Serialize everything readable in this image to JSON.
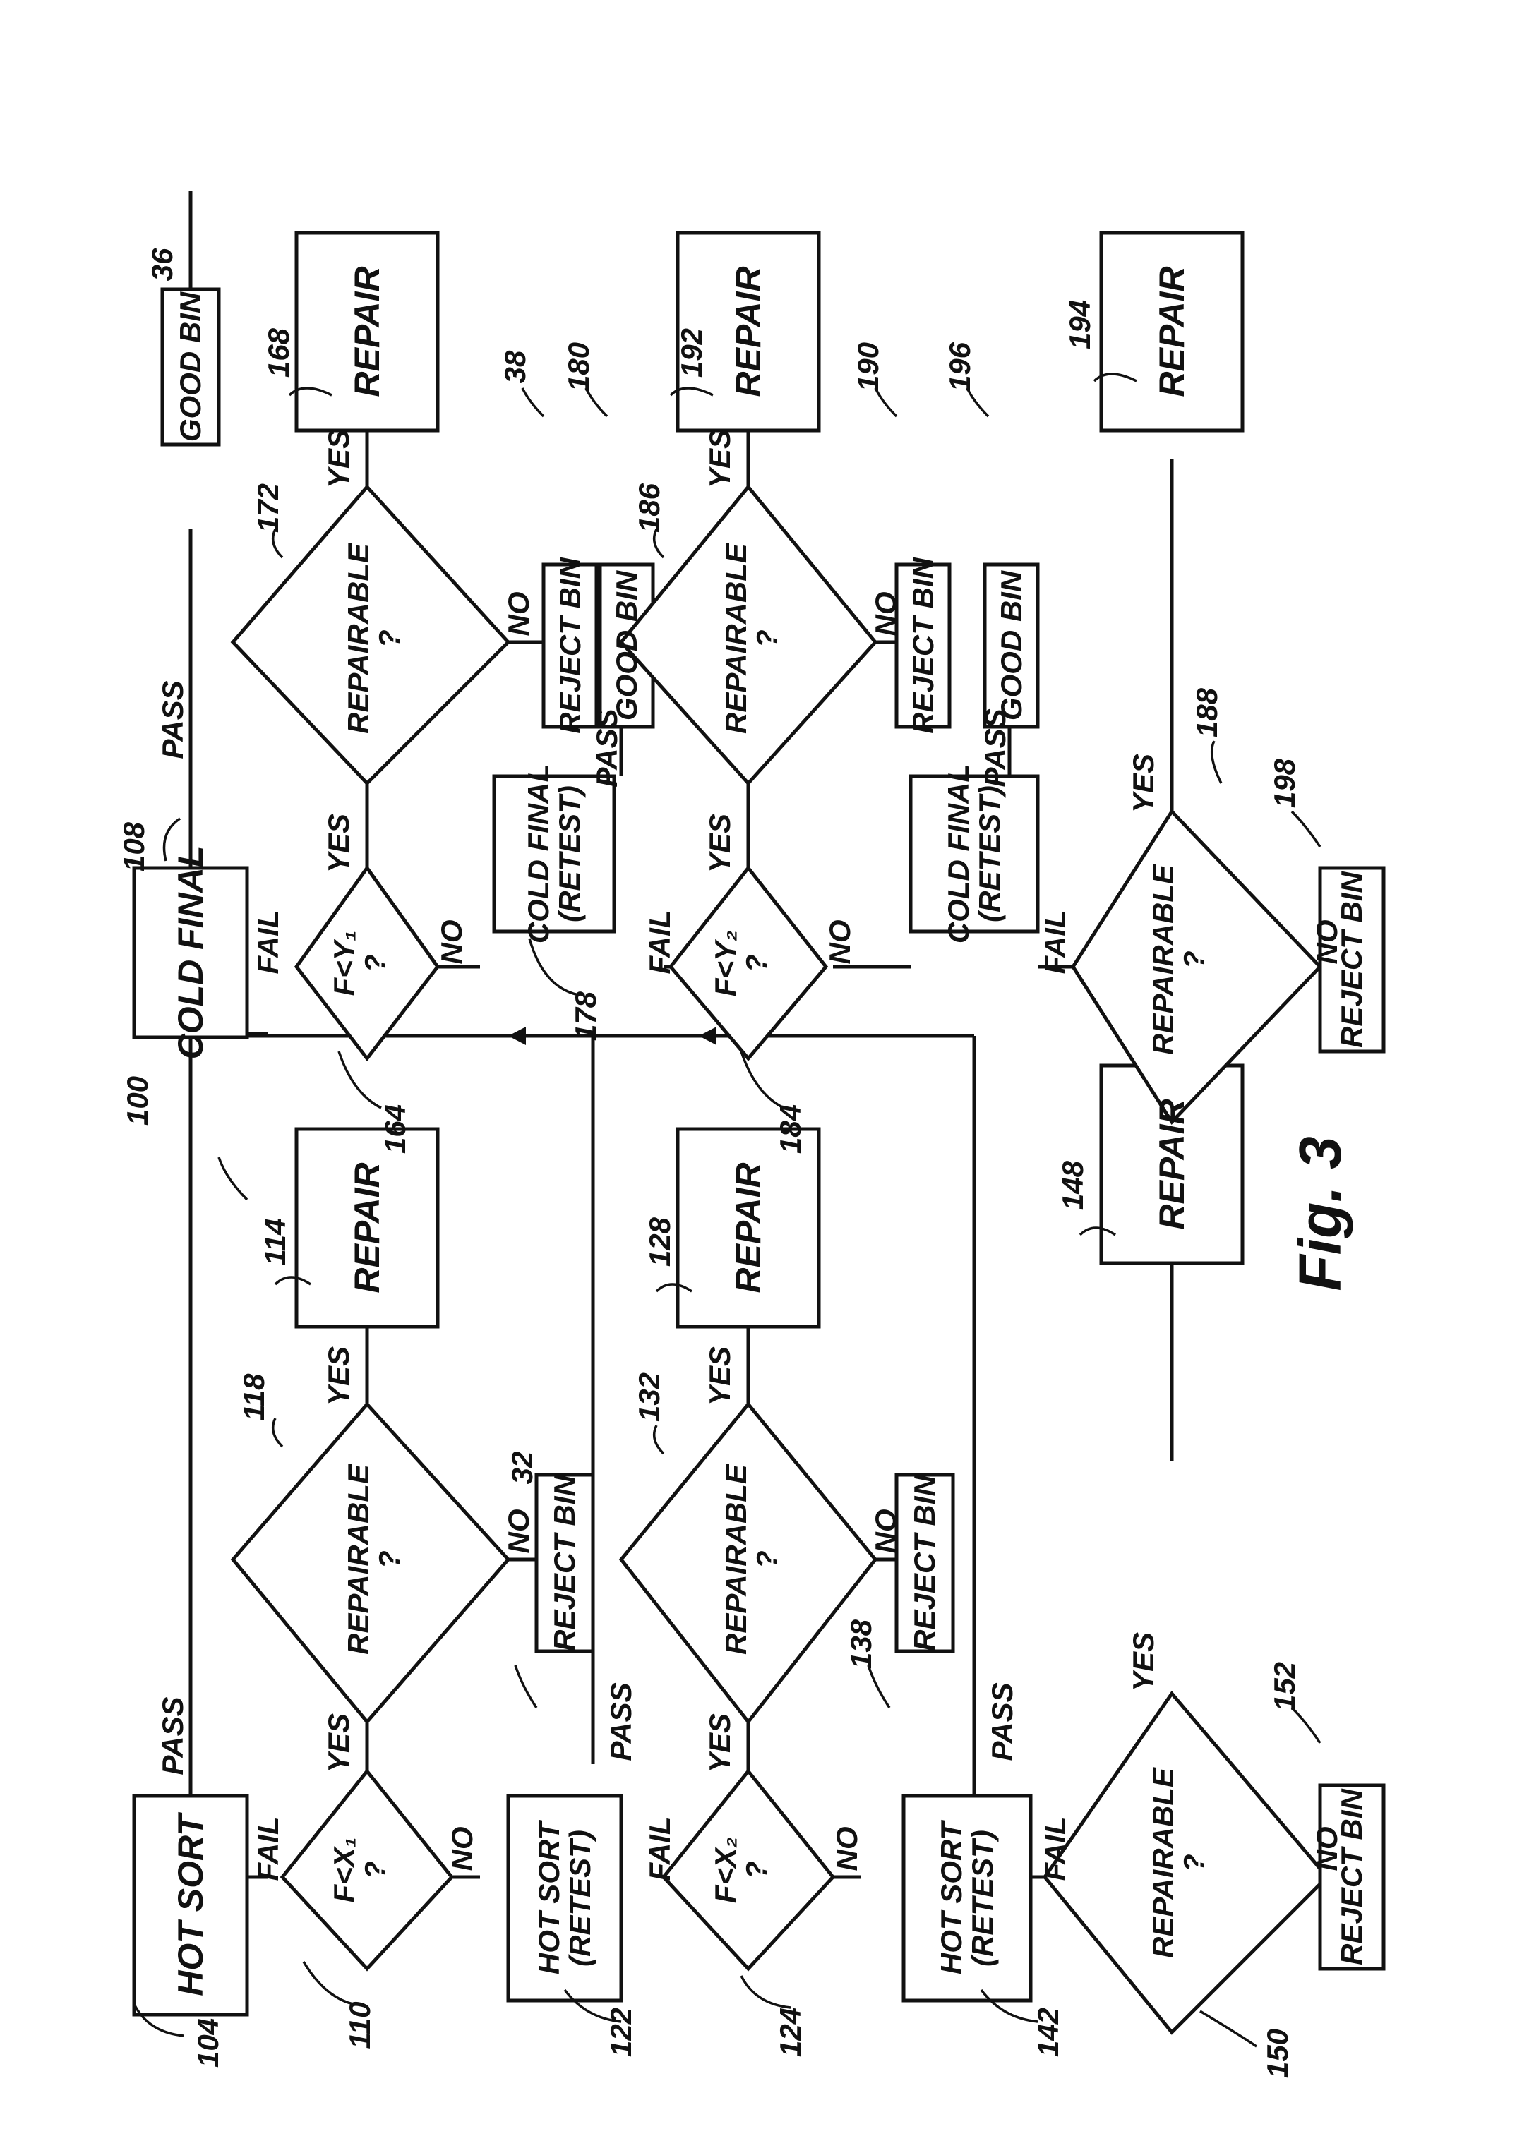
{
  "figure": {
    "ref": "100",
    "caption": "Fig. 3"
  },
  "nodes": {
    "hot_sort": "HOT SORT",
    "cold_final": "COLD FINAL",
    "good_bin_36": "GOOD BIN",
    "d110_line1": "F<X₁",
    "d110_line2": "?",
    "d118_line1": "REPAIRABLE",
    "d118_line2": "?",
    "repair_114": "REPAIR",
    "reject_bin_32": "REJECT BIN",
    "hot_retest_122_line1": "HOT SORT",
    "hot_retest_122_line2": "(RETEST)",
    "d124_line1": "F<X₂",
    "d124_line2": "?",
    "d132_line1": "REPAIRABLE",
    "d132_line2": "?",
    "repair_128": "REPAIR",
    "reject_bin_138": "REJECT BIN",
    "hot_retest_142_line1": "HOT SORT",
    "hot_retest_142_line2": "(RETEST)",
    "d150_line1": "REPAIRABLE",
    "d150_line2": "?",
    "repair_148": "REPAIR",
    "reject_bin_152": "REJECT BIN",
    "d164_line1": "F<Y₁",
    "d164_line2": "?",
    "d172_line1": "REPAIRABLE",
    "d172_line2": "?",
    "repair_168": "REPAIR",
    "reject_bin_38": "REJECT BIN",
    "cold_retest_178_line1": "COLD FINAL",
    "cold_retest_178_line2": "(RETEST)",
    "good_bin_180": "GOOD BIN",
    "d184_line1": "F<Y₂",
    "d184_line2": "?",
    "d186_line1": "REPAIRABLE",
    "d186_line2": "?",
    "repair_192": "REPAIR",
    "reject_bin_190": "REJECT BIN",
    "cold_retest_line1": "COLD FINAL",
    "cold_retest_line2": "(RETEST)",
    "good_bin_196": "GOOD BIN",
    "d188_line1": "REPAIRABLE",
    "d188_line2": "?",
    "repair_194": "REPAIR",
    "reject_bin_198": "REJECT BIN"
  },
  "edge_labels": {
    "pass": "PASS",
    "fail": "FAIL",
    "yes": "YES",
    "no": "NO"
  },
  "refs": {
    "r104": "104",
    "r108": "108",
    "r110": "110",
    "r114": "114",
    "r118": "118",
    "r122": "122",
    "r124": "124",
    "r128": "128",
    "r132": "132",
    "r138": "138",
    "r142": "142",
    "r148": "148",
    "r150": "150",
    "r152": "152",
    "r164": "164",
    "r168": "168",
    "r172": "172",
    "r178": "178",
    "r180": "180",
    "r184": "184",
    "r186": "186",
    "r188": "188",
    "r190": "190",
    "r192": "192",
    "r194": "194",
    "r196": "196",
    "r198": "198",
    "r32": "32",
    "r36": "36",
    "r38": "38"
  }
}
